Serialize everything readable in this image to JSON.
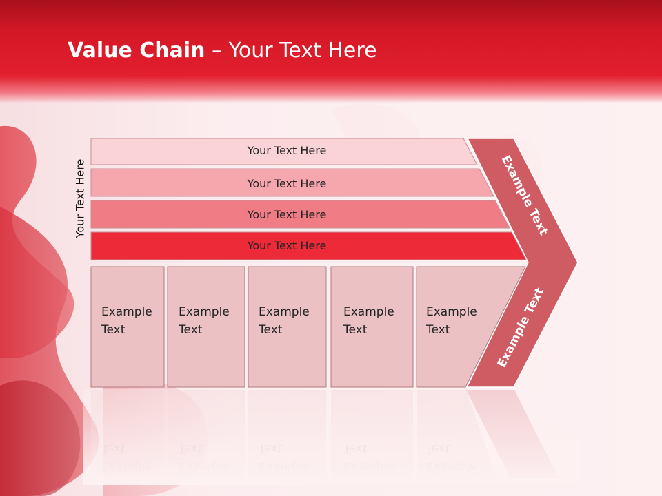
{
  "slide": {
    "title_bold": "Value Chain",
    "title_rest": " – Your Text Here",
    "vertical_label": "Your Text Here"
  },
  "bars": [
    {
      "label": "Your Text Here",
      "color": "#fad3d7"
    },
    {
      "label": "Your Text Here",
      "color": "#f6a7ae"
    },
    {
      "label": "Your Text Here",
      "color": "#f07d86"
    },
    {
      "label": "Your Text Here",
      "color": "#ec2a38"
    }
  ],
  "boxes": [
    {
      "line1": "Example",
      "line2": "Text"
    },
    {
      "line1": "Example",
      "line2": "Text"
    },
    {
      "line1": "Example",
      "line2": "Text"
    },
    {
      "line1": "Example",
      "line2": "Text"
    },
    {
      "line1": "Example",
      "line2": "Text"
    }
  ],
  "arrow": {
    "upper_label": "Example Text",
    "lower_label": "Example Text",
    "color": "#cf5c63"
  },
  "colors": {
    "header": "#e21f2e",
    "box_fill": "#ebc1c4",
    "box_border": "#b07c80"
  }
}
